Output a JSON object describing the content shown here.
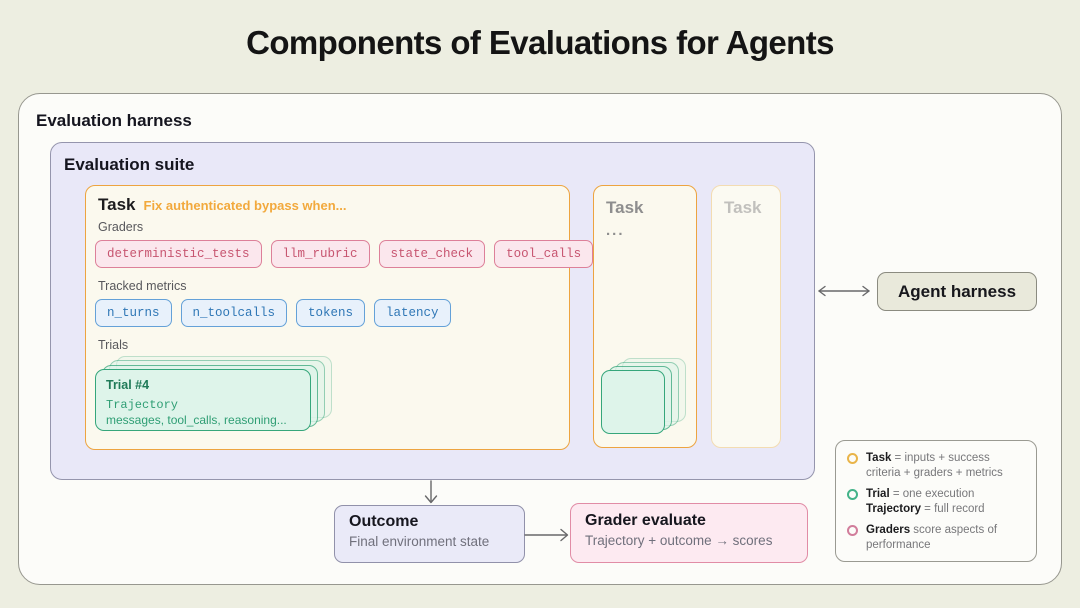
{
  "title": "Components of Evaluations for Agents",
  "harness": {
    "label": "Evaluation harness"
  },
  "suite": {
    "label": "Evaluation suite",
    "task1": {
      "label": "Task",
      "subtitle": "Fix authenticated bypass when...",
      "graders_label": "Graders",
      "graders": [
        "deterministic_tests",
        "llm_rubric",
        "state_check",
        "tool_calls"
      ],
      "metrics_label": "Tracked metrics",
      "metrics": [
        "n_turns",
        "n_toolcalls",
        "tokens",
        "latency"
      ],
      "trials_label": "Trials",
      "trial_card": {
        "title": "Trial #4",
        "line1": "Trajectory",
        "line2": "messages, tool_calls, reasoning..."
      }
    },
    "task2": {
      "label": "Task",
      "ellipsis": "..."
    },
    "task3": {
      "label": "Task"
    }
  },
  "agent_harness": {
    "label": "Agent harness"
  },
  "outcome": {
    "title": "Outcome",
    "subtitle": "Final environment state"
  },
  "grader_evaluate": {
    "title": "Grader evaluate",
    "subtitle": "Trajectory + outcome → scores"
  },
  "legend": {
    "items": [
      {
        "color": "#e9b449",
        "lines": [
          {
            "b": "Task",
            "t": " = inputs + success criteria + graders + metrics"
          }
        ]
      },
      {
        "color": "#43b389",
        "lines": [
          {
            "b": "Trial",
            "t": " = one execution"
          },
          {
            "b": "Trajectory",
            "t": " = full record"
          }
        ]
      },
      {
        "color": "#d17d9b",
        "lines": [
          {
            "b": "Graders",
            "t": " score aspects of performance"
          }
        ]
      }
    ]
  },
  "colors": {
    "task_accent": "#eda440",
    "trial_accent": "#35a67b",
    "grader_accent": "#dd8099",
    "metric_accent": "#64a1d8",
    "background": "#edeee1"
  }
}
